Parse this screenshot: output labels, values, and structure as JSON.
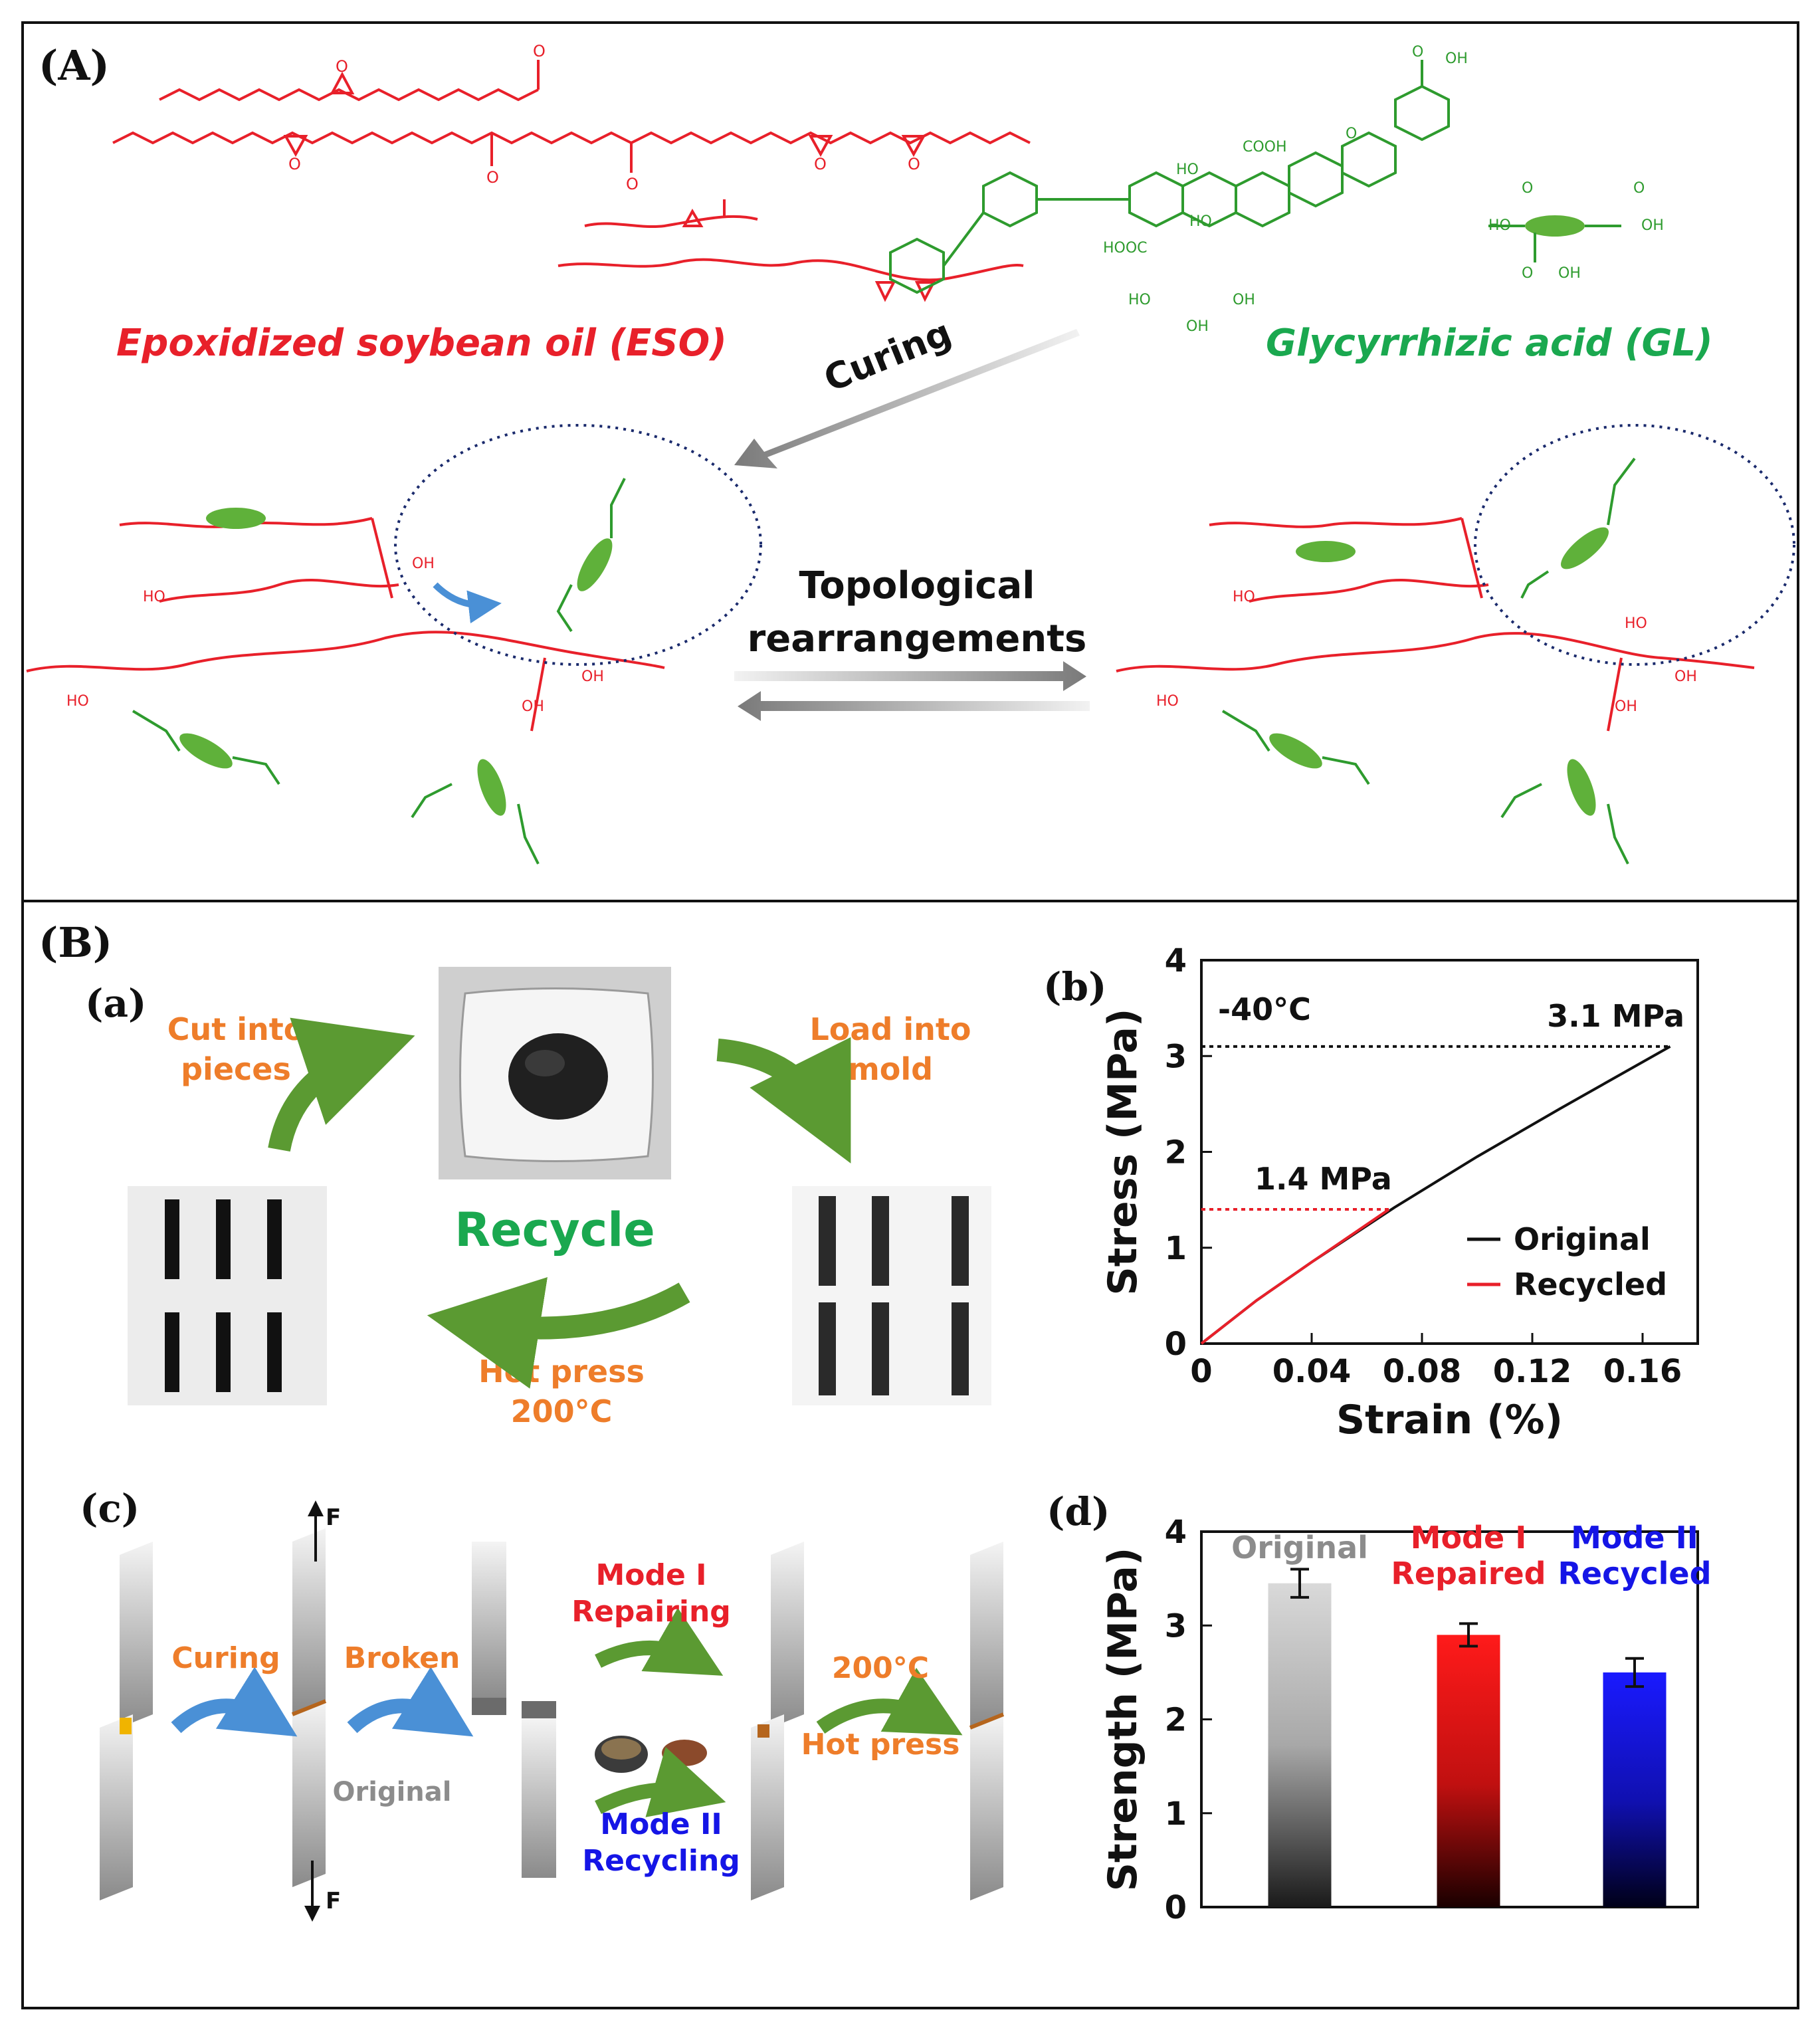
{
  "colors": {
    "red": "#e8202a",
    "green": "#1aa84f",
    "chem_green": "#2e9b2e",
    "orange": "#ee7d2a",
    "blue": "#1515e6",
    "gray_text": "#8c8c8c",
    "black": "#111111",
    "arrow_green": "#5b9a32",
    "arrow_blue": "#4a90d6"
  },
  "panel_A": {
    "label": "(A)",
    "eso_label": "Epoxidized soybean oil (ESO)",
    "gl_label": "Glycyrrhizic acid (GL)",
    "curing": "Curing",
    "topo_line1": "Topological",
    "topo_line2": "rearrangements",
    "atoms": {
      "O": "O",
      "OH": "OH",
      "HO": "HO",
      "COOH": "COOH",
      "HOOC": "HOOC"
    }
  },
  "panel_B": {
    "label": "(B)",
    "sub_a": {
      "label": "(a)",
      "cut_line1": "Cut into",
      "cut_line2": "pieces",
      "load_line1": "Load into",
      "load_line2": "mold",
      "recycle": "Recycle",
      "hot_line1": "Hot press",
      "hot_line2": "200°C"
    },
    "sub_b": {
      "label": "(b)"
    },
    "sub_c": {
      "label": "(c)",
      "curing": "Curing",
      "broken": "Broken",
      "mode1_line1": "Mode I",
      "mode1_line2": "Repairing",
      "mode2_line1": "Mode II",
      "mode2_line2": "Recycling",
      "original": "Original",
      "temp": "200°C",
      "hot_press": "Hot press",
      "force": "F"
    },
    "sub_d": {
      "label": "(d)"
    }
  },
  "chart_data": [
    {
      "type": "line",
      "xlabel": "Strain (%)",
      "ylabel": "Stress (MPa)",
      "xlim": [
        0,
        0.18
      ],
      "ylim": [
        0,
        4
      ],
      "xticks": [
        "0",
        "0.04",
        "0.08",
        "0.12",
        "0.16"
      ],
      "yticks": [
        "0",
        "1",
        "2",
        "3",
        "4"
      ],
      "legend_position": "right",
      "annotations": {
        "temperature": "-40°C",
        "max_original": "3.1 MPa",
        "max_recycled": "1.4 MPa"
      },
      "series": [
        {
          "name": "Original",
          "color": "#111111",
          "x": [
            0,
            0.02,
            0.04,
            0.07,
            0.1,
            0.13,
            0.17
          ],
          "y": [
            0,
            0.45,
            0.85,
            1.42,
            1.95,
            2.45,
            3.1
          ]
        },
        {
          "name": "Recycled",
          "color": "#e8202a",
          "x": [
            0,
            0.02,
            0.04,
            0.068
          ],
          "y": [
            0,
            0.45,
            0.85,
            1.4
          ]
        }
      ]
    },
    {
      "type": "bar",
      "ylabel": "Strength (MPa)",
      "ylim": [
        0,
        4
      ],
      "yticks": [
        "0",
        "1",
        "2",
        "3",
        "4"
      ],
      "categories": [
        "Original",
        "Mode I Repaired",
        "Mode II Recycled"
      ],
      "labels": [
        [
          "Original"
        ],
        [
          "Mode I",
          "Repaired"
        ],
        [
          "Mode II",
          "Recycled"
        ]
      ],
      "label_colors": [
        "#8c8c8c",
        "#e8202a",
        "#1515e6"
      ],
      "bar_colors": [
        "#cfcfcf",
        "#ff1a1a",
        "#1515ff"
      ],
      "values": [
        3.45,
        2.9,
        2.5
      ],
      "errors": [
        0.15,
        0.12,
        0.15
      ]
    }
  ]
}
